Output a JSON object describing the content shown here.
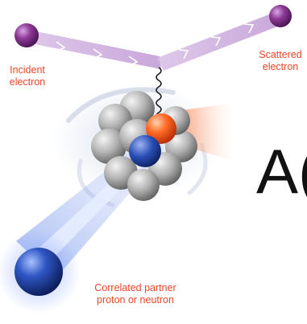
{
  "labels": {
    "incident": "Incident\nelectron",
    "scattered": "Scattered\nelectron",
    "partner": "Correlated partner\nproton or neutron"
  },
  "big_text": "A(",
  "colors": {
    "label_red": "#e8472b",
    "electron_purple": "#7d2e86",
    "beam_lavender": "#c6a2d6",
    "struck_nucleon_orange": "#ff5a1f",
    "partner_blue": "#1e3f9a",
    "nucleon_gray": "#a8a8a8",
    "photon_line": "#1a1a1a"
  },
  "icons": {
    "incident_electron": "sphere",
    "scattered_electron": "sphere",
    "virtual_photon": "wavy-line",
    "nucleus": "cluster-of-spheres",
    "partner_nucleon": "sphere"
  }
}
